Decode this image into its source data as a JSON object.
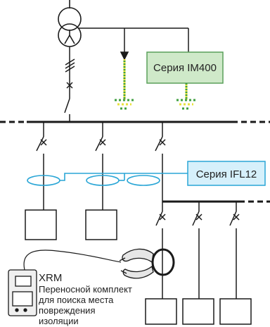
{
  "labels": {
    "im400": "Серия IM400",
    "ifl12": "Серия IFL12",
    "xrm_title": "XRM",
    "xrm_desc": [
      "Переносной комплект",
      "для поиска места",
      "повреждения",
      "изоляции"
    ]
  },
  "colors": {
    "line": "#1a1a1a",
    "im400_box_fill": "#cfe9c9",
    "im400_box_stroke": "#5aa05a",
    "ifl12_box_fill": "#d6f0fb",
    "ifl12_box_stroke": "#2aa6d6",
    "cable": "#2aa6d6",
    "earth_yellow": "#e8e23a",
    "earth_green": "#3f9f3f"
  },
  "icons": [
    "transformer-icon",
    "earth-symbol-icon",
    "breaker-icon",
    "toroid-sensor-icon",
    "clamp-meter-icon",
    "handheld-device-icon"
  ]
}
